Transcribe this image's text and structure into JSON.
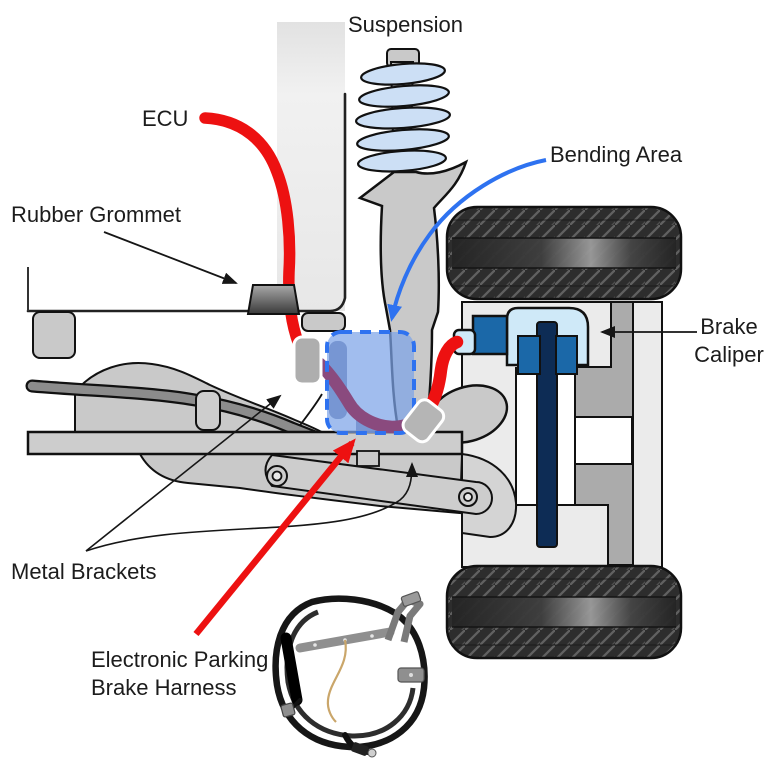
{
  "diagram": {
    "labels": {
      "suspension": "Suspension",
      "ecu": "ECU",
      "rubber_grommet": "Rubber Grommet",
      "bending_area": "Bending Area",
      "brake_caliper_line1": "Brake",
      "brake_caliper_line2": "Caliper",
      "metal_brackets": "Metal Brackets",
      "epb_line1": "Electronic Parking",
      "epb_line2": "Brake Harness"
    },
    "colors": {
      "harness_red": "#ed1111",
      "harness_purple": "#8a4a7e",
      "bending_fill": "#7da3e8",
      "bending_stroke": "#2e72f0",
      "caliper_pale": "#cfe9f8",
      "caliper_blue": "#1b68a8",
      "rotor_navy": "#0d2c55",
      "spring_blue": "#ccdff5",
      "metal_light": "#c9c9c9",
      "metal_mid": "#ababab",
      "tire_dark": "#2d2d2d",
      "label_ink": "#1c1c1c"
    },
    "parts": [
      "car-body-panel",
      "strut-coil-spring",
      "steering-knuckle",
      "subframe",
      "stabilizer-bar",
      "rubber-grommet",
      "ecu-harness-cable",
      "bending-area-overlay",
      "metal-bracket-left",
      "metal-bracket-right",
      "brake-caliper",
      "brake-rotor",
      "tire-top",
      "tire-bottom",
      "epb-harness-photo"
    ]
  }
}
